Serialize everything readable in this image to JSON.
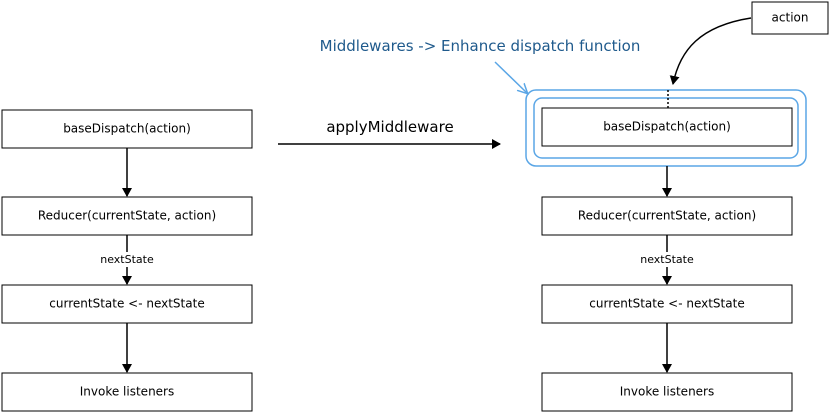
{
  "left_flow": {
    "dispatch_label": "baseDispatch(action)",
    "reducer_label": "Reducer(currentState, action)",
    "edge_label": "nextState",
    "state_label": "currentState <- nextState",
    "listeners_label": "Invoke listeners"
  },
  "transform": {
    "label": "applyMiddleware"
  },
  "right_flow": {
    "action_label": "action",
    "middleware_caption": "Middlewares -> Enhance dispatch function",
    "dispatch_label": "baseDispatch(action)",
    "reducer_label": "Reducer(currentState, action)",
    "edge_label": "nextState",
    "state_label": "currentState <- nextState",
    "listeners_label": "Invoke listeners"
  },
  "colors": {
    "middleware_accent": "#5aa6e6",
    "middleware_caption": "#1f5a8c"
  }
}
